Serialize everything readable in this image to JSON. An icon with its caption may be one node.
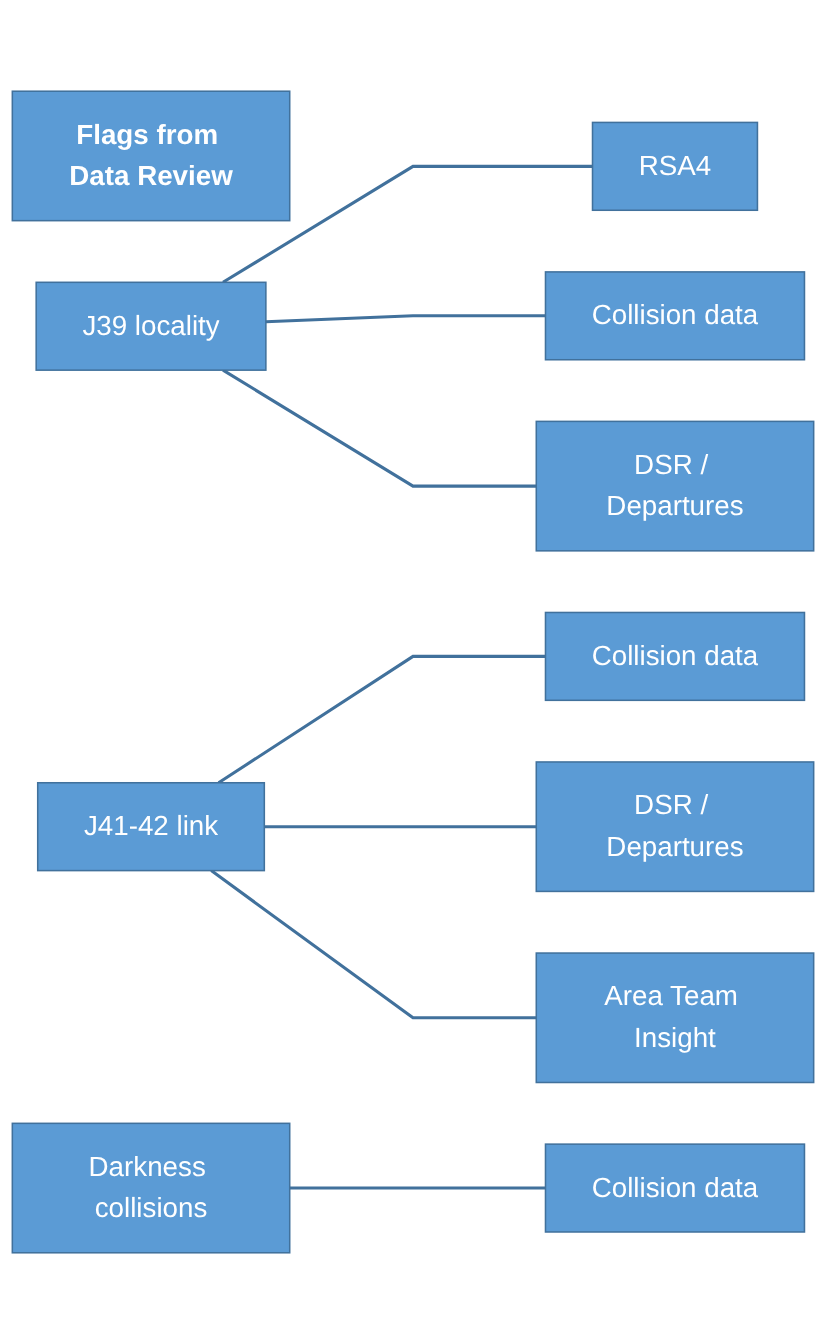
{
  "diagram": {
    "nodes": [
      {
        "text": [
          "Flags from Data Review"
        ]
      },
      {
        "text": [
          "J39 locality"
        ]
      },
      {
        "text": [
          "RSA4"
        ]
      },
      {
        "text": [
          "Collision data"
        ]
      },
      {
        "text": [
          "DSR / Departures"
        ]
      },
      {
        "text": [
          "J41-42 link"
        ]
      },
      {
        "text": [
          "Collision data"
        ]
      },
      {
        "text": [
          "DSR / Departures"
        ]
      },
      {
        "text": [
          "Area Team Insight"
        ]
      },
      {
        "text": [
          "Darkness collisions"
        ]
      },
      {
        "text": [
          "Collision data"
        ]
      }
    ],
    "edges": [
      {
        "from": 1,
        "to": 2,
        "arrow": "none"
      },
      {
        "from": 1,
        "to": 3,
        "arrow": "none"
      },
      {
        "from": 1,
        "to": 4,
        "arrow": "none"
      },
      {
        "from": 5,
        "to": 6,
        "arrow": "none"
      },
      {
        "from": 5,
        "to": 7,
        "arrow": "none"
      },
      {
        "from": 5,
        "to": 8,
        "arrow": "none"
      },
      {
        "from": 9,
        "to": 10,
        "arrow": "none"
      }
    ]
  }
}
